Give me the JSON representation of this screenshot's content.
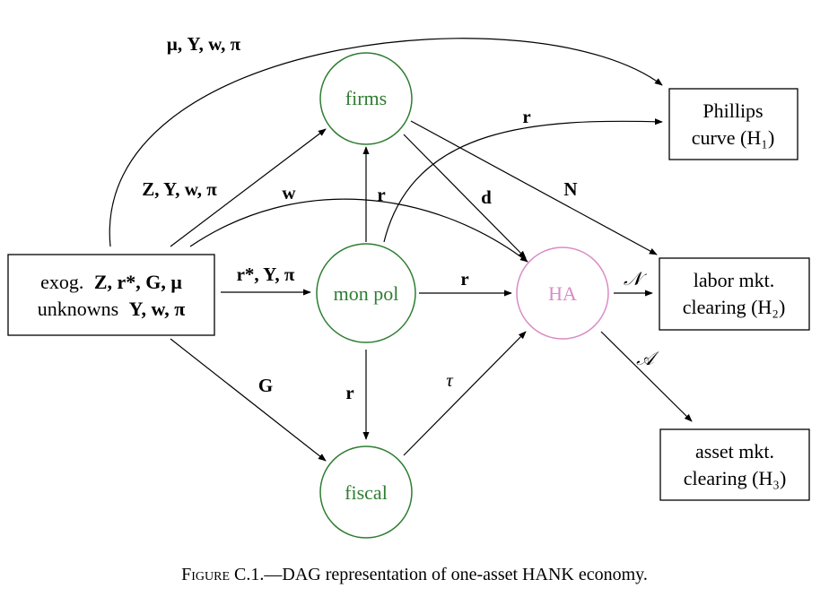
{
  "colors": {
    "node_green": "#2e7d32",
    "node_ha": "#d98cc6",
    "edge": "#000000"
  },
  "nodes": {
    "firms": "firms",
    "monpol": "mon pol",
    "fiscal": "fiscal",
    "ha": "HA"
  },
  "boxes": {
    "exog_line1_prefix": "exog.",
    "exog_line1_vars": "Z, r*, G, μ",
    "exog_line2_prefix": "unknowns",
    "exog_line2_vars": "Y, w, π",
    "phillips_line1": "Phillips",
    "phillips_line2": "curve (H₁)",
    "labor_line1": "labor mkt.",
    "labor_line2": "clearing (H₂)",
    "asset_line1": "asset mkt.",
    "asset_line2": "clearing (H₃)"
  },
  "edge_labels": {
    "top_arc": "μ, Y, w, π",
    "to_firms": "Z, Y, w, π",
    "w_arc": "w",
    "to_monpol": "r*, Y, π",
    "g_to_fiscal": "G",
    "monpol_to_firms": "r",
    "monpol_to_phillips": "r",
    "firms_to_ha": "d",
    "firms_to_labor": "N",
    "monpol_to_ha": "r",
    "monpol_to_fiscal": "r",
    "fiscal_to_ha": "τ",
    "ha_to_labor": "𝒩",
    "ha_to_asset": "𝒜"
  },
  "caption": {
    "label": "Figure C.1.",
    "text": "—DAG representation of one-asset HANK economy."
  }
}
